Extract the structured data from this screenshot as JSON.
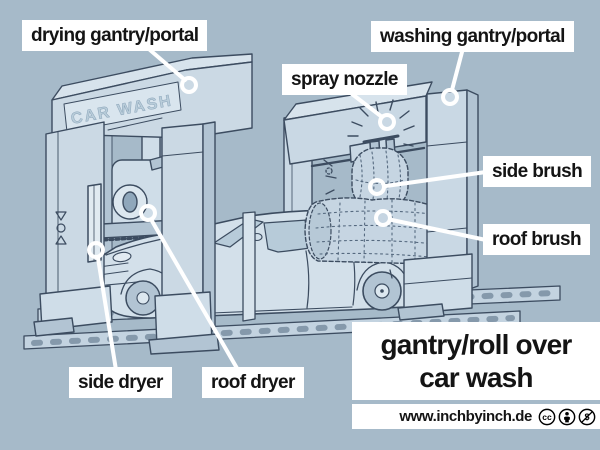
{
  "diagram_title": {
    "line1": "gantry/roll over",
    "line2": "car wash"
  },
  "labels": {
    "drying_gantry": "drying gantry/portal",
    "washing_gantry": "washing gantry/portal",
    "spray_nozzle": "spray nozzle",
    "side_brush": "side brush",
    "roof_brush": "roof brush",
    "side_dryer": "side dryer",
    "roof_dryer": "roof dryer"
  },
  "illustration": {
    "sign_text": "CAR WASH"
  },
  "footer": {
    "website": "www.inchbyinch.de"
  },
  "license": {
    "cc_text": "cc",
    "nc_text": "$",
    "icons": [
      "cc-icon",
      "by-icon",
      "nc-icon"
    ]
  },
  "colors": {
    "background": "#a6bac9",
    "line": "#3c4c60",
    "fill_light": "#cbd9e4",
    "fill_lighter": "#d7e3ec",
    "fill_mid": "#b2c4d3",
    "glass": "#b7cbd9",
    "label_bg": "#ffffff",
    "label_text": "#141414",
    "leader": "#ffffff"
  }
}
